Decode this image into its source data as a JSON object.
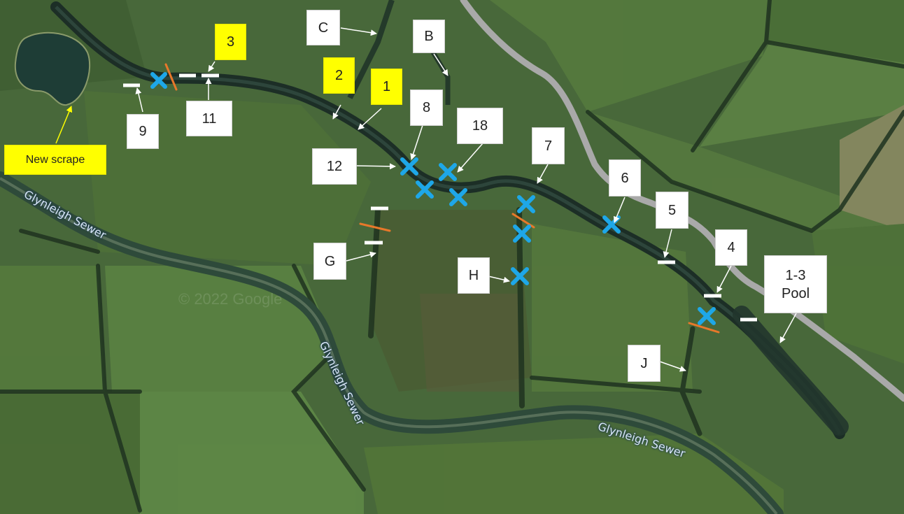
{
  "labels": {
    "new_scrape": "New scrape",
    "n1": "1",
    "n2": "2",
    "n3": "3",
    "n4": "4",
    "n5": "5",
    "n6": "6",
    "n7": "7",
    "n8": "8",
    "n9": "9",
    "n11": "11",
    "n12": "12",
    "n18": "18",
    "b": "B",
    "c": "C",
    "g": "G",
    "h": "H",
    "j": "J",
    "pool": "1-3\nPool"
  },
  "waterways": {
    "sewer_1": "Glynleigh Sewer",
    "sewer_2": "Glynleigh Sewer",
    "sewer_3": "Glynleigh Sewer"
  },
  "watermark": "© 2022 Google",
  "colors": {
    "label_yellow": "#ffff00",
    "marker_blue": "#1ea7e8",
    "barrier_orange": "#e8782a",
    "marker_white": "#ffffff",
    "field_green": "#4a6b37",
    "road_grey": "#a9a9a9"
  }
}
